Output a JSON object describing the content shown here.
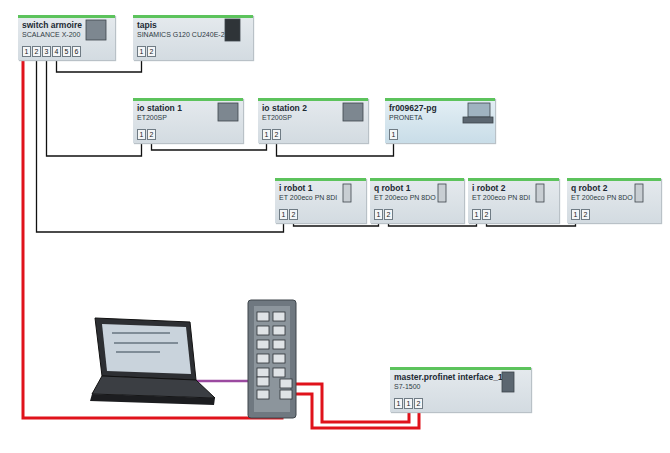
{
  "diagram": {
    "nodes": [
      {
        "text": [
          "switch armoire",
          "SCALANCE X-200"
        ]
      },
      {
        "text": [
          "1"
        ],
        "in": 0
      },
      {
        "text": [
          "2"
        ],
        "in": 0
      },
      {
        "text": [
          "3"
        ],
        "in": 0
      },
      {
        "text": [
          "4"
        ],
        "in": 0
      },
      {
        "text": [
          "5"
        ],
        "in": 0
      },
      {
        "text": [
          "6"
        ],
        "in": 0
      },
      {
        "text": [
          "tapis",
          "SINAMICS G120 CU240E-2"
        ]
      },
      {
        "text": [
          "1"
        ],
        "in": 7
      },
      {
        "text": [
          "2"
        ],
        "in": 7
      },
      {
        "text": [
          "io station 1",
          "ET200SP"
        ]
      },
      {
        "text": [
          "1"
        ],
        "in": 10
      },
      {
        "text": [
          "2"
        ],
        "in": 10
      },
      {
        "text": [
          "io station 2",
          "ET200SP"
        ]
      },
      {
        "text": [
          "1"
        ],
        "in": 13
      },
      {
        "text": [
          "2"
        ],
        "in": 13
      },
      {
        "text": [
          "fr009627-pg",
          "PRONETA"
        ]
      },
      {
        "text": [
          "1"
        ],
        "in": 16
      },
      {
        "text": [
          "i robot 1",
          "ET 200eco PN 8DI"
        ]
      },
      {
        "text": [
          "1"
        ],
        "in": 18
      },
      {
        "text": [
          "2"
        ],
        "in": 18
      },
      {
        "text": [
          "q robot 1",
          "ET 200eco PN 8DO"
        ]
      },
      {
        "text": [
          "1"
        ],
        "in": 21
      },
      {
        "text": [
          "2"
        ],
        "in": 21
      },
      {
        "text": [
          "i robot 2",
          "ET 200eco PN 8DI"
        ]
      },
      {
        "text": [
          "1"
        ],
        "in": 24
      },
      {
        "text": [
          "2"
        ],
        "in": 24
      },
      {
        "text": [
          "q robot 2",
          "ET 200eco PN 8DO"
        ]
      },
      {
        "text": [
          "1"
        ],
        "in": 27
      },
      {
        "text": [
          "2"
        ],
        "in": 27
      },
      {
        "text": [
          "master.profinet interface_1",
          "S7-1500"
        ]
      },
      {
        "text": [
          "1"
        ],
        "in": 30
      },
      {
        "text": [
          "1"
        ],
        "in": 30
      },
      {
        "text": [
          "2"
        ],
        "in": 30
      }
    ],
    "edges": [
      {
        "from": 4,
        "to": 8,
        "arrow": "none"
      },
      {
        "from": 3,
        "to": 11,
        "arrow": "none"
      },
      {
        "from": 12,
        "to": 14,
        "arrow": "none"
      },
      {
        "from": 15,
        "to": 17,
        "arrow": "none"
      },
      {
        "from": 2,
        "to": 19,
        "arrow": "none"
      },
      {
        "from": 20,
        "to": 22,
        "arrow": "none"
      },
      {
        "from": 23,
        "to": 25,
        "arrow": "none"
      },
      {
        "from": 26,
        "to": 28,
        "arrow": "none"
      }
    ]
  }
}
